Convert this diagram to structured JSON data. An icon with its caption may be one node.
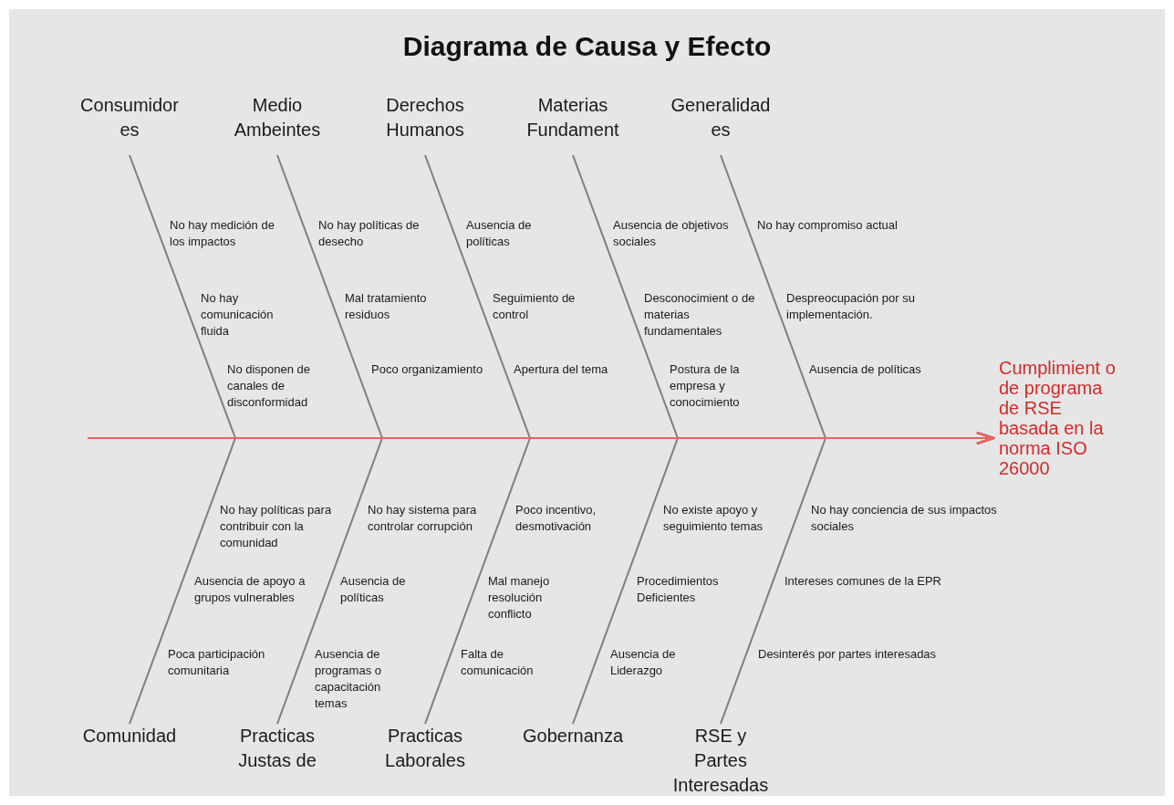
{
  "diagram": {
    "title": "Diagrama de Causa y Efecto",
    "nodes": [
      {
        "text": [
          "Consumidor es"
        ]
      },
      {
        "text": [
          "Medio Ambeintes"
        ]
      },
      {
        "text": [
          "Derechos Humanos"
        ]
      },
      {
        "text": [
          "Materias Fundament"
        ]
      },
      {
        "text": [
          "Generalidad es"
        ]
      },
      {
        "text": [
          "Cumplimient o de programa de RSE basada en la norma ISO 26000"
        ]
      },
      {
        "text": [
          "Comunidad"
        ]
      },
      {
        "text": [
          "Practicas Justas de"
        ]
      },
      {
        "text": [
          "Practicas Laborales"
        ]
      },
      {
        "text": [
          "Gobernanza"
        ]
      },
      {
        "text": [
          "RSE y Partes Interesadas"
        ]
      }
    ],
    "edges": [
      {
        "from": 0,
        "to": 5,
        "arrow": "to"
      },
      {
        "from": 1,
        "to": 5,
        "arrow": "to"
      },
      {
        "from": 2,
        "to": 5,
        "arrow": "to"
      },
      {
        "from": 3,
        "to": 5,
        "arrow": "to"
      },
      {
        "from": 4,
        "to": 5,
        "arrow": "to"
      },
      {
        "from": 6,
        "to": 5,
        "arrow": "to"
      },
      {
        "from": 7,
        "to": 5,
        "arrow": "to"
      },
      {
        "from": 8,
        "to": 5,
        "arrow": "to"
      },
      {
        "from": 9,
        "to": 5,
        "arrow": "to"
      },
      {
        "from": 10,
        "to": 5,
        "arrow": "to"
      },
      {
        "from": null,
        "to": 5,
        "arrow": "to",
        "color": "#e06666"
      }
    ],
    "labels": [
      "No hay medición de los impactos",
      "No hay comunicación fluida",
      "No disponen de canales de disconformidad",
      "No hay políticas de desecho",
      "Mal tratamiento residuos",
      "Poco organizamiento",
      "Ausencia de políticas",
      "Seguimiento de control",
      "Apertura del tema",
      "Ausencia de objetivos sociales",
      "Desconocimient o de materias fundamentales",
      "Postura de la empresa y conocimiento",
      "No hay compromiso actual",
      "Despreocupación por su implementación.",
      "Ausencia de políticas",
      "No hay políticas para contribuir con la comunidad",
      "Ausencia de apoyo a grupos vulnerables",
      "Poca participación comunitaria",
      "No hay sistema para controlar corrupción",
      "Ausencia de políticas",
      "Ausencia de programas o capacitación temas",
      "Poco incentivo, desmotivación",
      "Mal manejo resolución conflicto",
      "Falta de comunicación",
      "No existe apoyo y seguimiento temas",
      "Procedimientos Deficientes",
      "Ausencia de Liderazgo",
      "No hay conciencia de sus impactos sociales",
      "Intereses comunes de la EPR",
      "Desinterés por partes interesadas"
    ]
  }
}
